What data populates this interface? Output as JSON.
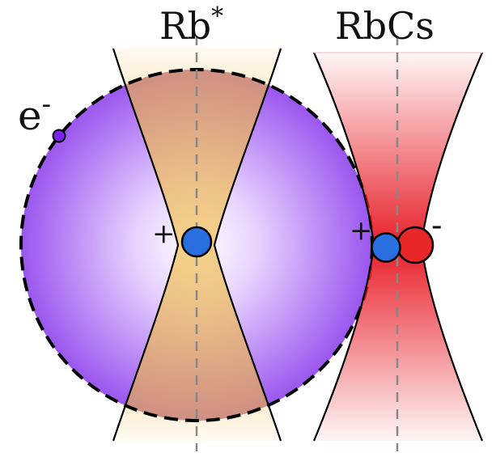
{
  "labels": {
    "rb_excited": "Rb",
    "rb_excited_sup": "*",
    "rbcs": "RbCs",
    "electron": "e",
    "electron_sup": "-",
    "plus_left": "+",
    "plus_right": "+",
    "minus": "-"
  },
  "colors": {
    "rydberg_cloud": "#9a55ee",
    "rb_tweezer": "#f2b83a",
    "rbcs_tweezer": "#e8202a",
    "ion_blue": "#2a6fe0",
    "ion_red": "#e82828",
    "electron": "#7a22ee"
  }
}
